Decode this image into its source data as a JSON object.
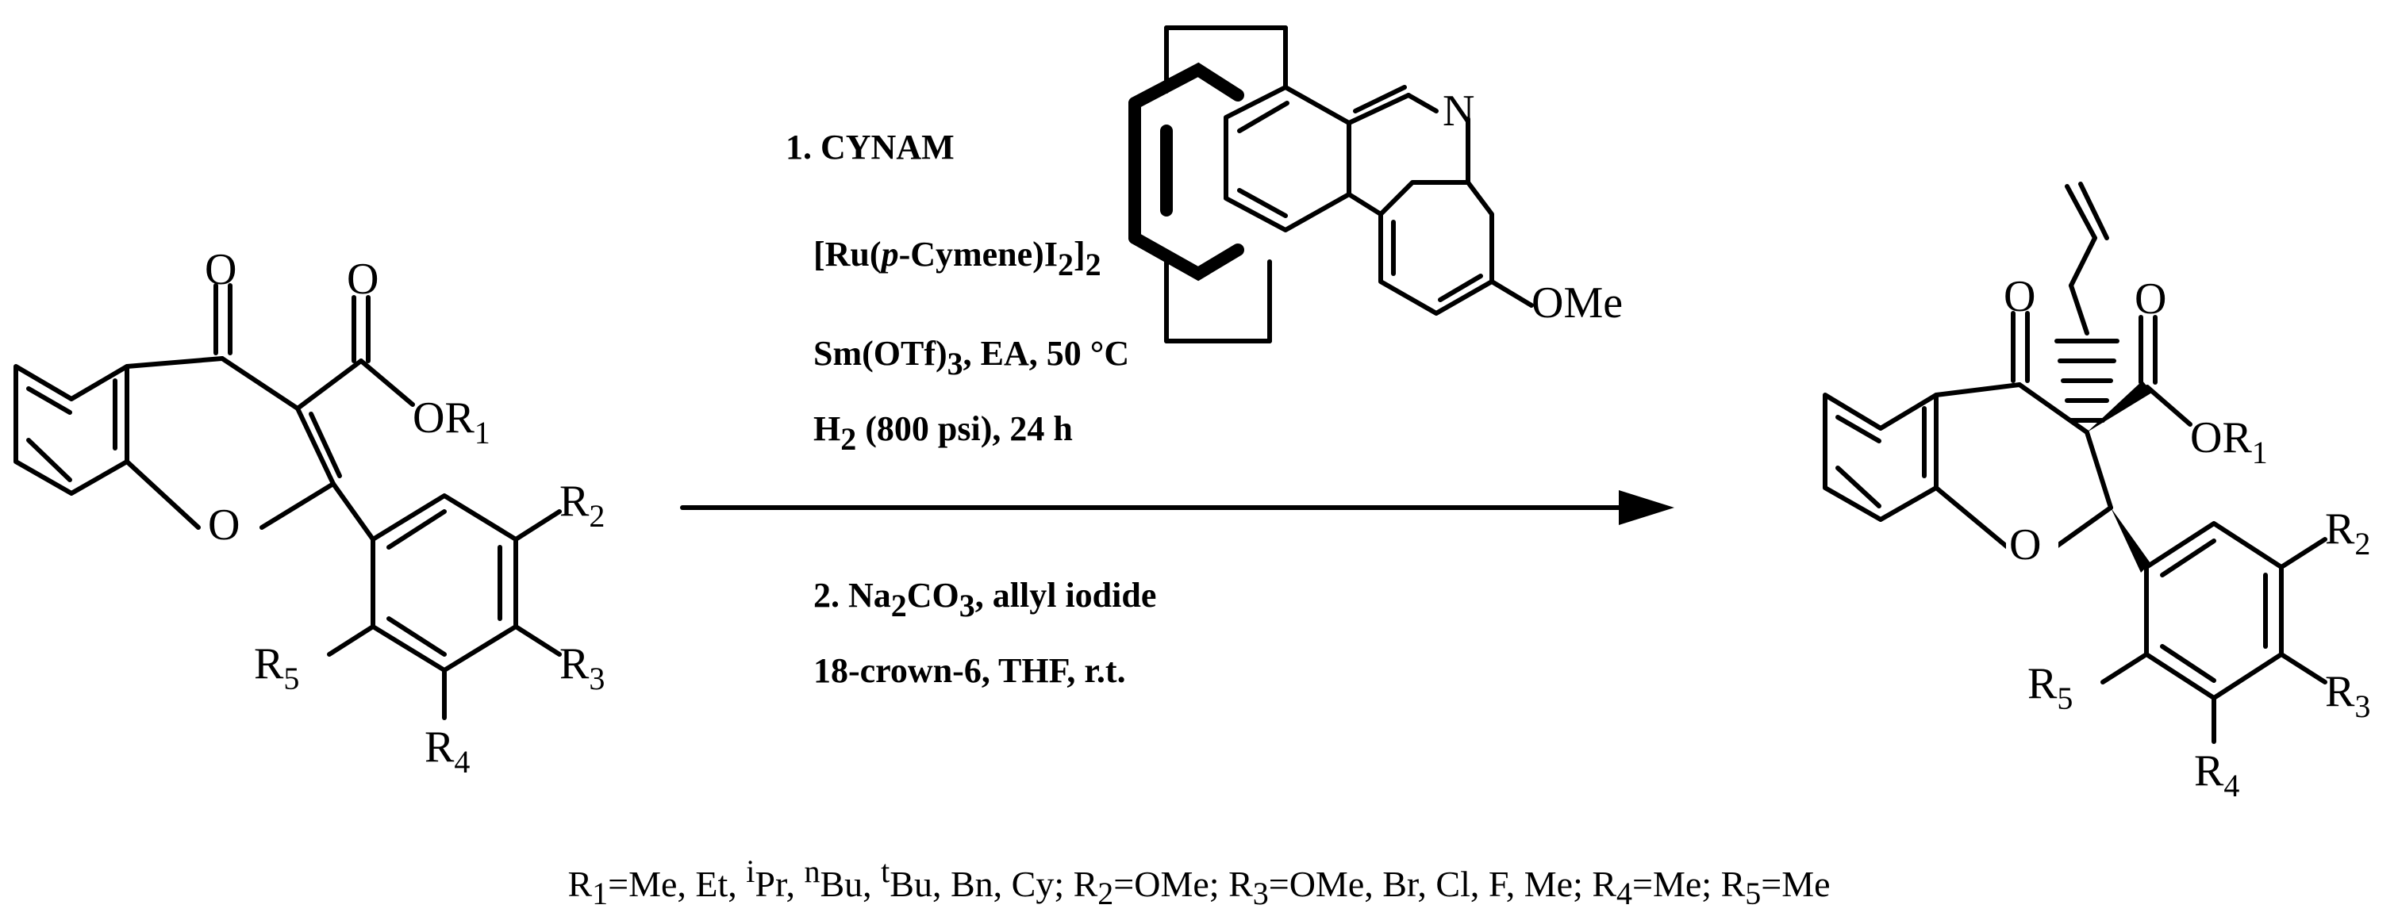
{
  "reactant": {
    "atoms": {
      "ketone_o": "O",
      "ester_o": "O",
      "ring_o": "O",
      "or1": {
        "main": "OR",
        "sub": "1"
      },
      "r2": {
        "main": "R",
        "sub": "2"
      },
      "r3": {
        "main": "R",
        "sub": "3"
      },
      "r4": {
        "main": "R",
        "sub": "4"
      },
      "r5": {
        "main": "R",
        "sub": "5"
      }
    }
  },
  "catalyst": {
    "n_label": "N",
    "ome_label": "OMe"
  },
  "conditions": {
    "step1": {
      "number": "1.",
      "ligand": "CYNAM",
      "ru_a": "[Ru(",
      "ru_p": "p",
      "ru_b": "-Cymene)I",
      "ru_sub1": "2",
      "ru_c": "]",
      "ru_sub2": "2",
      "sm_a": "Sm(OTf)",
      "sm_sub": "3",
      "sm_b": ", EA, 50 °C",
      "h2_a": "H",
      "h2_sub": "2",
      "h2_b": " (800 psi), 24 h"
    },
    "step2": {
      "number": "2.",
      "na_a": "Na",
      "na_sub1": "2",
      "na_b": "CO",
      "na_sub2": "3",
      "na_c": ", allyl iodide",
      "line2": "18-crown-6, THF, r.t."
    }
  },
  "product": {
    "atoms": {
      "ketone_o": "O",
      "ester_o": "O",
      "ring_o": "O",
      "or1": {
        "main": "OR",
        "sub": "1"
      },
      "r2": {
        "main": "R",
        "sub": "2"
      },
      "r3": {
        "main": "R",
        "sub": "3"
      },
      "r4": {
        "main": "R",
        "sub": "4"
      },
      "r5": {
        "main": "R",
        "sub": "5"
      }
    }
  },
  "substituents": {
    "r1_lhs": "R",
    "r1_sub": "1",
    "r1_vals_a": "=Me, Et, ",
    "r1_ipr_sup": "i",
    "r1_ipr": "Pr, ",
    "r1_nbu_sup": "n",
    "r1_nbu": "Bu, ",
    "r1_tbu_sup": "t",
    "r1_tbu": "Bu, Bn, Cy; ",
    "r2_lhs": "R",
    "r2_sub": "2",
    "r2_vals": "=OMe; ",
    "r3_lhs": "R",
    "r3_sub": "3",
    "r3_vals": "=OMe, Br, Cl, F, Me; ",
    "r4_lhs": "R",
    "r4_sub": "4",
    "r4_vals": "=Me; ",
    "r5_lhs": "R",
    "r5_sub": "5",
    "r5_vals": "=Me"
  }
}
